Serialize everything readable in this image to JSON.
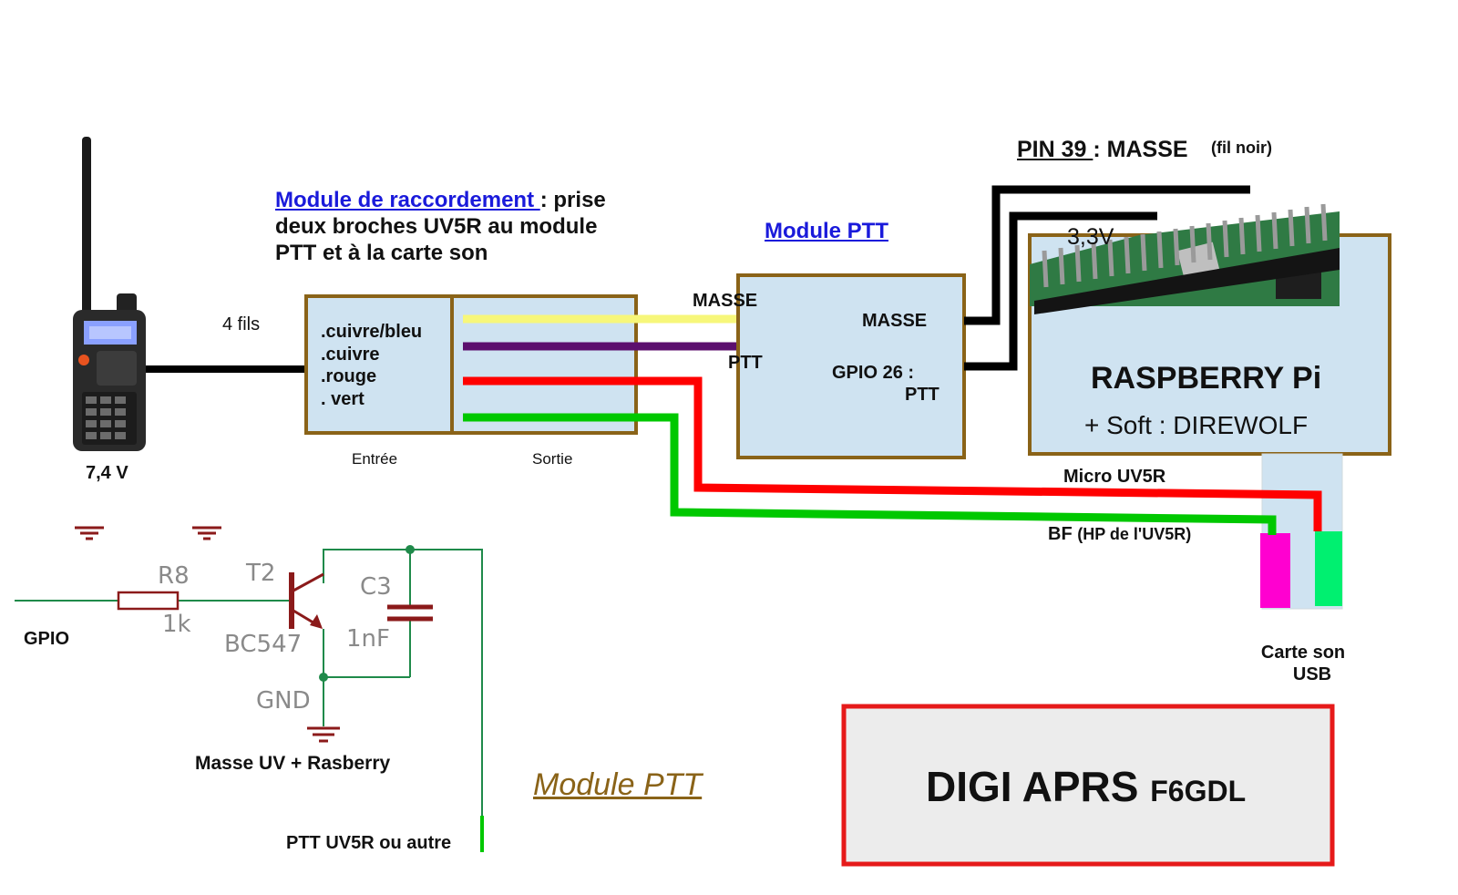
{
  "colors": {
    "box_fill": "#cfe3f1",
    "box_border": "#8a6318",
    "wire_yellow": "#f7f77a",
    "wire_purple": "#5c0f6e",
    "wire_red": "#ff0000",
    "wire_green": "#00c800",
    "wire_black": "#000000",
    "schematic_wire": "#1f8a4a",
    "schematic_part": "#8b1a1a",
    "title_link": "#1a1adb",
    "module_ptt_caption": "#8a6318",
    "aprs_border": "#e61a1a",
    "aprs_fill": "#ececec",
    "jack_pink": "#ff00d0",
    "jack_green": "#00f070"
  },
  "radio": {
    "icon": "handheld-radio-icon",
    "voltage": "7,4 V",
    "cable_label": "4 fils"
  },
  "connection_module": {
    "title_link": "Module de raccordement ",
    "title_rest": ": prise",
    "line2": "deux broches UV5R au module",
    "line3": "PTT et à la carte son",
    "inputs": [
      ".cuivre/bleu",
      ".cuivre",
      ".rouge",
      ". vert"
    ],
    "input_caption": "Entrée",
    "output_caption": "Sortie"
  },
  "ptt_module": {
    "title": "Module PTT",
    "left_masse": "MASSE",
    "left_ptt": "PTT",
    "right_masse": "MASSE",
    "gpio": "GPIO 26 :",
    "gpio_ptt": "PTT"
  },
  "raspberry": {
    "pin39_label": "PIN 39 ",
    "pin39_rest": ": MASSE",
    "fil_noir": "(fil noir)",
    "v33": "3,3V",
    "title": "RASPBERRY Pi",
    "subtitle": "+ Soft : DIREWOLF",
    "board_icon": "raspberry-board-icon"
  },
  "sound_card": {
    "micro": "Micro UV5R",
    "bf": "BF",
    "bf_detail": "(HP de l'UV5R)",
    "line1": "Carte son",
    "line2": "USB"
  },
  "schematic": {
    "gpio": "GPIO",
    "r8": "R8",
    "r8_value": "1k",
    "t2": "T2",
    "t2_type": "BC547",
    "c3": "C3",
    "c3_value": "1nF",
    "gnd": "GND",
    "masse": "Masse UV + Rasberry",
    "ptt_out": "PTT UV5R ou autre",
    "caption": "Module PTT"
  },
  "aprs": {
    "title": "DIGI APRS",
    "callsign": "F6GDL"
  }
}
